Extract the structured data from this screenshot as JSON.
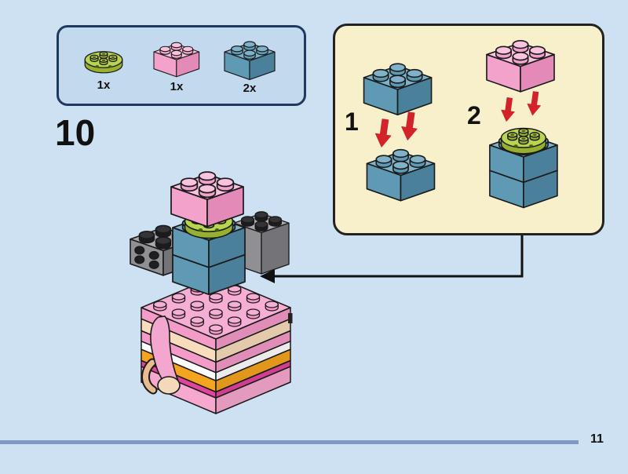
{
  "page": {
    "step_number": "10",
    "page_number": "11"
  },
  "parts_box": {
    "parts": [
      {
        "name": "round-plate-2x2-lime",
        "qty": "1x"
      },
      {
        "name": "brick-2x2-pink",
        "qty": "1x"
      },
      {
        "name": "brick-2x2-azure",
        "qty": "2x"
      }
    ]
  },
  "inset": {
    "steps": [
      {
        "label": "1"
      },
      {
        "label": "2"
      }
    ]
  },
  "colors": {
    "page_bg": "#cee1f2",
    "box_bg": "#c3d9ee",
    "box_border": "#1e3a5f",
    "inset_bg": "#f8f0cb",
    "inset_border": "#222222",
    "outline": "#1a1a1a",
    "red": "#d2232a",
    "bar": "#7e9bc8",
    "text": "#111111",
    "pink_top": "#f9c2dd",
    "pink_front": "#f2a2cb",
    "pink_side": "#e38ab8",
    "blue_top": "#7fb2c8",
    "blue_front": "#5f9ab4",
    "blue_side": "#4a8099",
    "lime_top": "#b9d44e",
    "lime_side": "#97b02f",
    "lime_dark": "#4e5d17",
    "gray_top": "#ababaf",
    "gray_front": "#909094",
    "gray_side": "#737378",
    "stud_dark_top": "#333338",
    "stud_dark_side": "#1c1c1e",
    "stud_black": "#1f1f1f",
    "base_top": "#f6aed4",
    "stripe_pink": "#f49bc7",
    "stripe_cream": "#f8dcbc",
    "stripe_white": "#ffffff",
    "stripe_orange": "#f5a41f",
    "stripe_magenta": "#e2449b",
    "stripe_pink2": "#f7a8cf",
    "arm_pink": "#f3a6ce",
    "paw": "#f3d9b9",
    "tail": "#e8bc8e"
  }
}
